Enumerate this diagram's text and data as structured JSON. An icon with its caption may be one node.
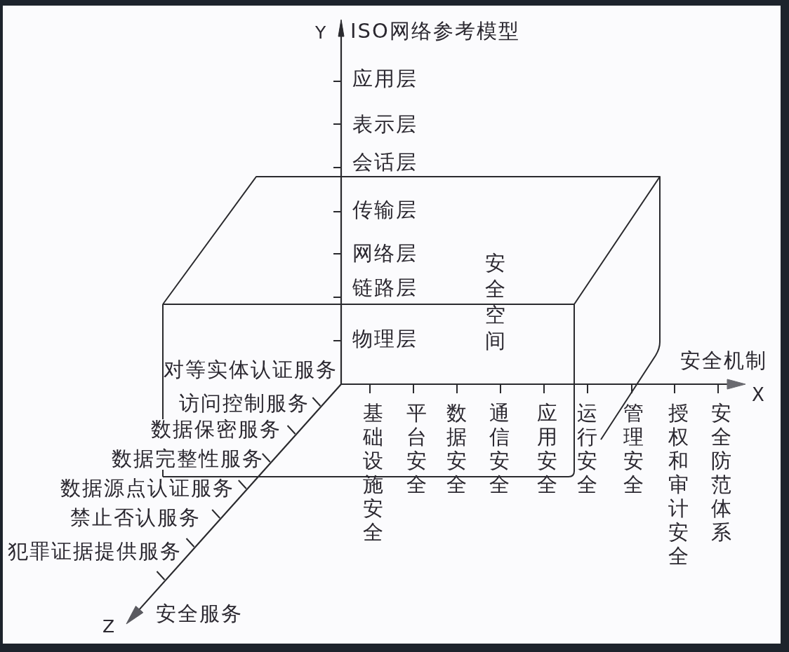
{
  "diagram": {
    "nodes": [
      {
        "text": [
          "安全空间"
        ]
      }
    ],
    "labels": [
      "Y",
      "ISO网络参考模型",
      "应用层",
      "表示层",
      "会话层",
      "传输层",
      "网络层",
      "链路层",
      "物理层",
      "安全机制",
      "X",
      "基础设施安全",
      "平台安全",
      "数据安全",
      "通信安全",
      "应用安全",
      "运行安全",
      "管理安全",
      "授权和审计安全",
      "安全防范体系",
      "对等实体认证服务",
      "访问控制服务",
      "数据保密服务",
      "数据完整性服务",
      "数据源点认证服务",
      "禁止否认服务",
      "犯罪证据提供服务",
      "Z",
      "安全服务"
    ]
  }
}
